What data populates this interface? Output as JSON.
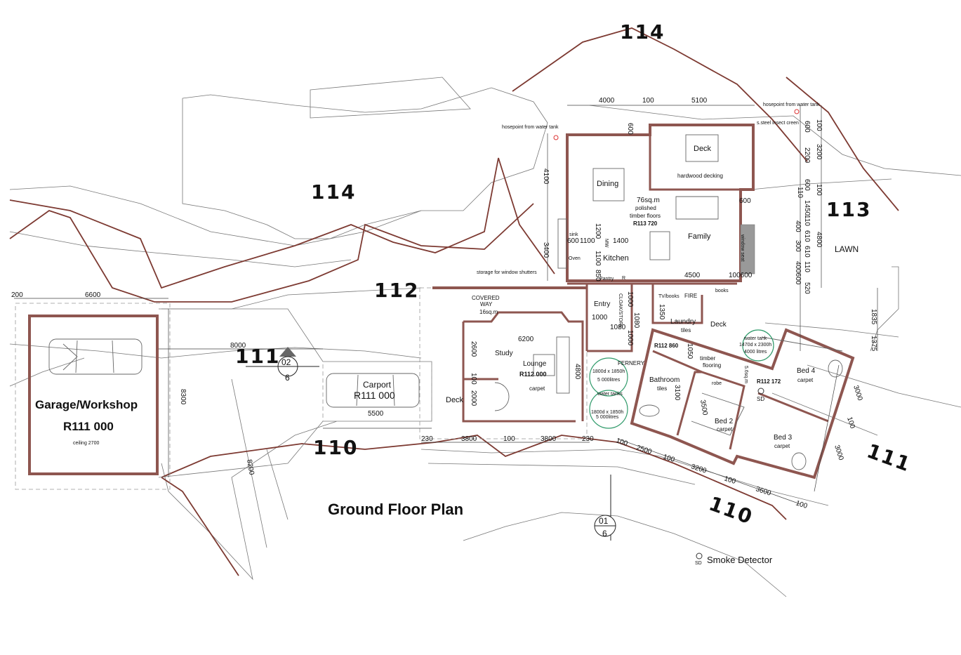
{
  "title": "Ground Floor Plan",
  "contours": {
    "c114_top": "114",
    "c114_mid": "114",
    "c113": "113",
    "c112": "112",
    "c111_left": "111",
    "c110_left": "110",
    "c111_right": "111",
    "c110_right": "110"
  },
  "rooms": {
    "garage": {
      "name": "Garage/Workshop",
      "value": "R111 000",
      "ceiling": "ceiling 2700"
    },
    "carport": {
      "name": "Carport",
      "value": "R111 000"
    },
    "covered_way": {
      "line1": "COVERED",
      "line2": "WAY",
      "area": "16sq.m"
    },
    "study": "Study",
    "lounge": {
      "name": "Lounge",
      "value": "R112 000",
      "finish": "carpet"
    },
    "deck_front": "Deck",
    "dining": "Dining",
    "kitchen": "Kitchen",
    "family": "Family",
    "deck_upper": {
      "name": "Deck",
      "finish": "hardwood decking"
    },
    "main_area": {
      "area": "76sq.m",
      "finish1": "polished",
      "finish2": "timber floors",
      "value": "R113 720"
    },
    "entry": "Entry",
    "cloak": "CLOAK/STORE",
    "pantry": "Pantry",
    "laundry": {
      "name": "Laundry",
      "finish": "tiles"
    },
    "deck_side": "Deck",
    "fernery": "FERNERY",
    "bathroom": {
      "name": "Bathroom",
      "finish": "tiles"
    },
    "wing_value_1": "R112 860",
    "wing_value_2": "R112 172",
    "hall": {
      "finish1": "timber",
      "finish2": "flooring",
      "area": "5.6sq.m"
    },
    "bed2": {
      "name": "Bed 2",
      "finish": "carpet"
    },
    "bed3": {
      "name": "Bed 3",
      "finish": "carpet"
    },
    "bed4": {
      "name": "Bed 4",
      "finish": "carpet"
    },
    "robe": "robe",
    "lawn": "LAWN"
  },
  "notes": {
    "hosepoint_left": "hosepoint from water tank",
    "hosepoint_right": "hosepoint from water tank",
    "insect_screen": "s.steel insect creen",
    "shutters": "storage for window shutters",
    "window_seat": "window seat",
    "sink": "sink",
    "oven": "Oven",
    "mw": "MW",
    "fridge": "R",
    "tv_books": "TV/books",
    "fire": "FIRE",
    "books": "books",
    "tank1_size": "1800d x 1850h",
    "tank1_vol": "5 000litres",
    "water_tanks": "water tanks",
    "tank2_size": "1800d x 1850h",
    "tank2_vol": "5 000litres",
    "tank3_label": "water tank",
    "tank3_size": "1470d x 2300h",
    "tank3_vol": "4000 litres",
    "sd": "SD"
  },
  "dimensions": {
    "d200": "200",
    "d6600": "6600",
    "d8000": "8000",
    "d8300": "8300",
    "d8200": "8200",
    "d5500": "5500",
    "d6200": "6200",
    "d2600": "2600",
    "d100a": "100",
    "d2000": "2000",
    "d4800": "4800",
    "d230a": "230",
    "d3800a": "3800",
    "d100b": "100",
    "d3800b": "3800",
    "d230b": "230",
    "d4000": "4000",
    "d100c": "100",
    "d5100": "5100",
    "d600a": "600",
    "d4100": "4100",
    "d3400": "3400",
    "d600b": "600",
    "d1100a": "1100",
    "d1200": "1200",
    "d1400": "1400",
    "d1100b": "1100",
    "d850": "850",
    "d4500": "4500",
    "d100600": "100600",
    "d600c": "600",
    "d1000a": "1000",
    "d1080a": "1080",
    "d1000b": "1000",
    "d1080b": "1080",
    "d1000c": "1000",
    "d1350": "1350",
    "d3100": "3100",
    "d3500": "3500",
    "d1050": "1050",
    "d100d": "100",
    "d2500": "2500",
    "d100e": "100",
    "d3200a": "3200",
    "d100f": "100",
    "d3600": "3600",
    "d100g": "100",
    "d3000a": "3000",
    "d100h": "100",
    "d3000b": "3000",
    "d1835": "1835",
    "d1375": "1375",
    "r600": "600",
    "r2200": "2200",
    "r600b": "600",
    "r110": "110",
    "r1450": "1450",
    "r110b": "110",
    "r610": "610",
    "r610b": "610",
    "r110c": "110",
    "r520": "520",
    "r400": "400",
    "r300": "300",
    "r400600": "400600",
    "r100": "100",
    "r3200": "3200",
    "r100b": "100",
    "r4800": "4800"
  },
  "section_markers": [
    {
      "num": "02",
      "sheet": "6"
    },
    {
      "num": "01",
      "sheet": "6"
    }
  ],
  "legend": {
    "symbol": "SD",
    "label": "Smoke Detector"
  },
  "colors": {
    "wall": "#8e5650",
    "contour": "#7d3a32",
    "tank": "#2f9a6a"
  }
}
